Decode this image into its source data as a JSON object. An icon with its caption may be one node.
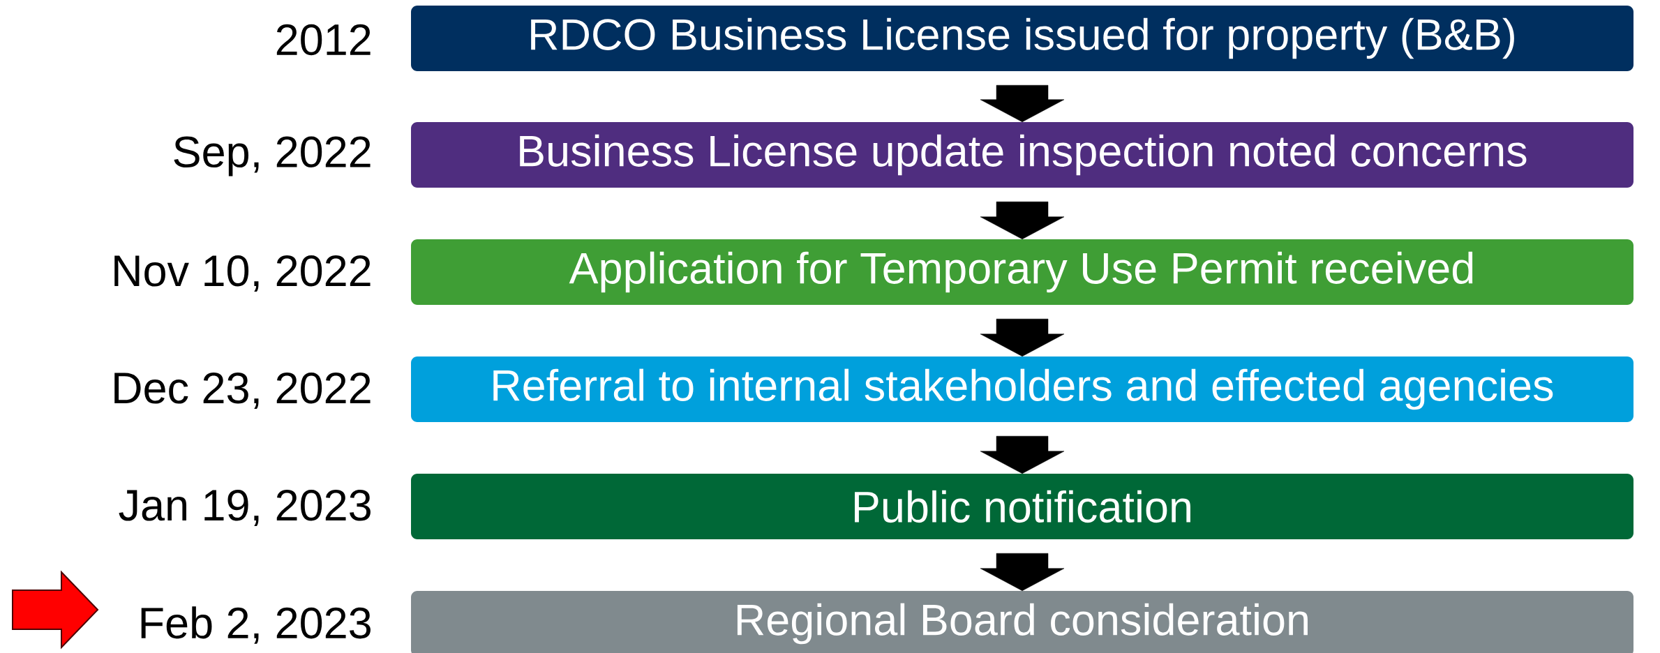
{
  "diagram": {
    "nodes": [
      {
        "text": [
          "RDCO Business License issued for property (B&B)"
        ],
        "beside": [
          "2012"
        ]
      },
      {
        "text": [
          "Business License update inspection noted concerns"
        ],
        "beside": [
          "Sep, 2022"
        ]
      },
      {
        "text": [
          "Application for Temporary Use Permit received"
        ],
        "beside": [
          "Nov 10, 2022"
        ]
      },
      {
        "text": [
          "Referral to internal stakeholders and effected agencies"
        ],
        "beside": [
          "Dec 23, 2022"
        ]
      },
      {
        "text": [
          "Public notification"
        ],
        "beside": [
          "Jan 19, 2023"
        ]
      },
      {
        "text": [
          "Regional Board consideration"
        ],
        "beside": [
          "Feb 2, 2023"
        ]
      }
    ],
    "edges": [
      {
        "from": 0,
        "to": 1,
        "arrow": "to"
      },
      {
        "from": 1,
        "to": 2,
        "arrow": "to"
      },
      {
        "from": 2,
        "to": 3,
        "arrow": "to"
      },
      {
        "from": 3,
        "to": 4,
        "arrow": "to"
      },
      {
        "from": 4,
        "to": 5,
        "arrow": "to"
      }
    ]
  }
}
